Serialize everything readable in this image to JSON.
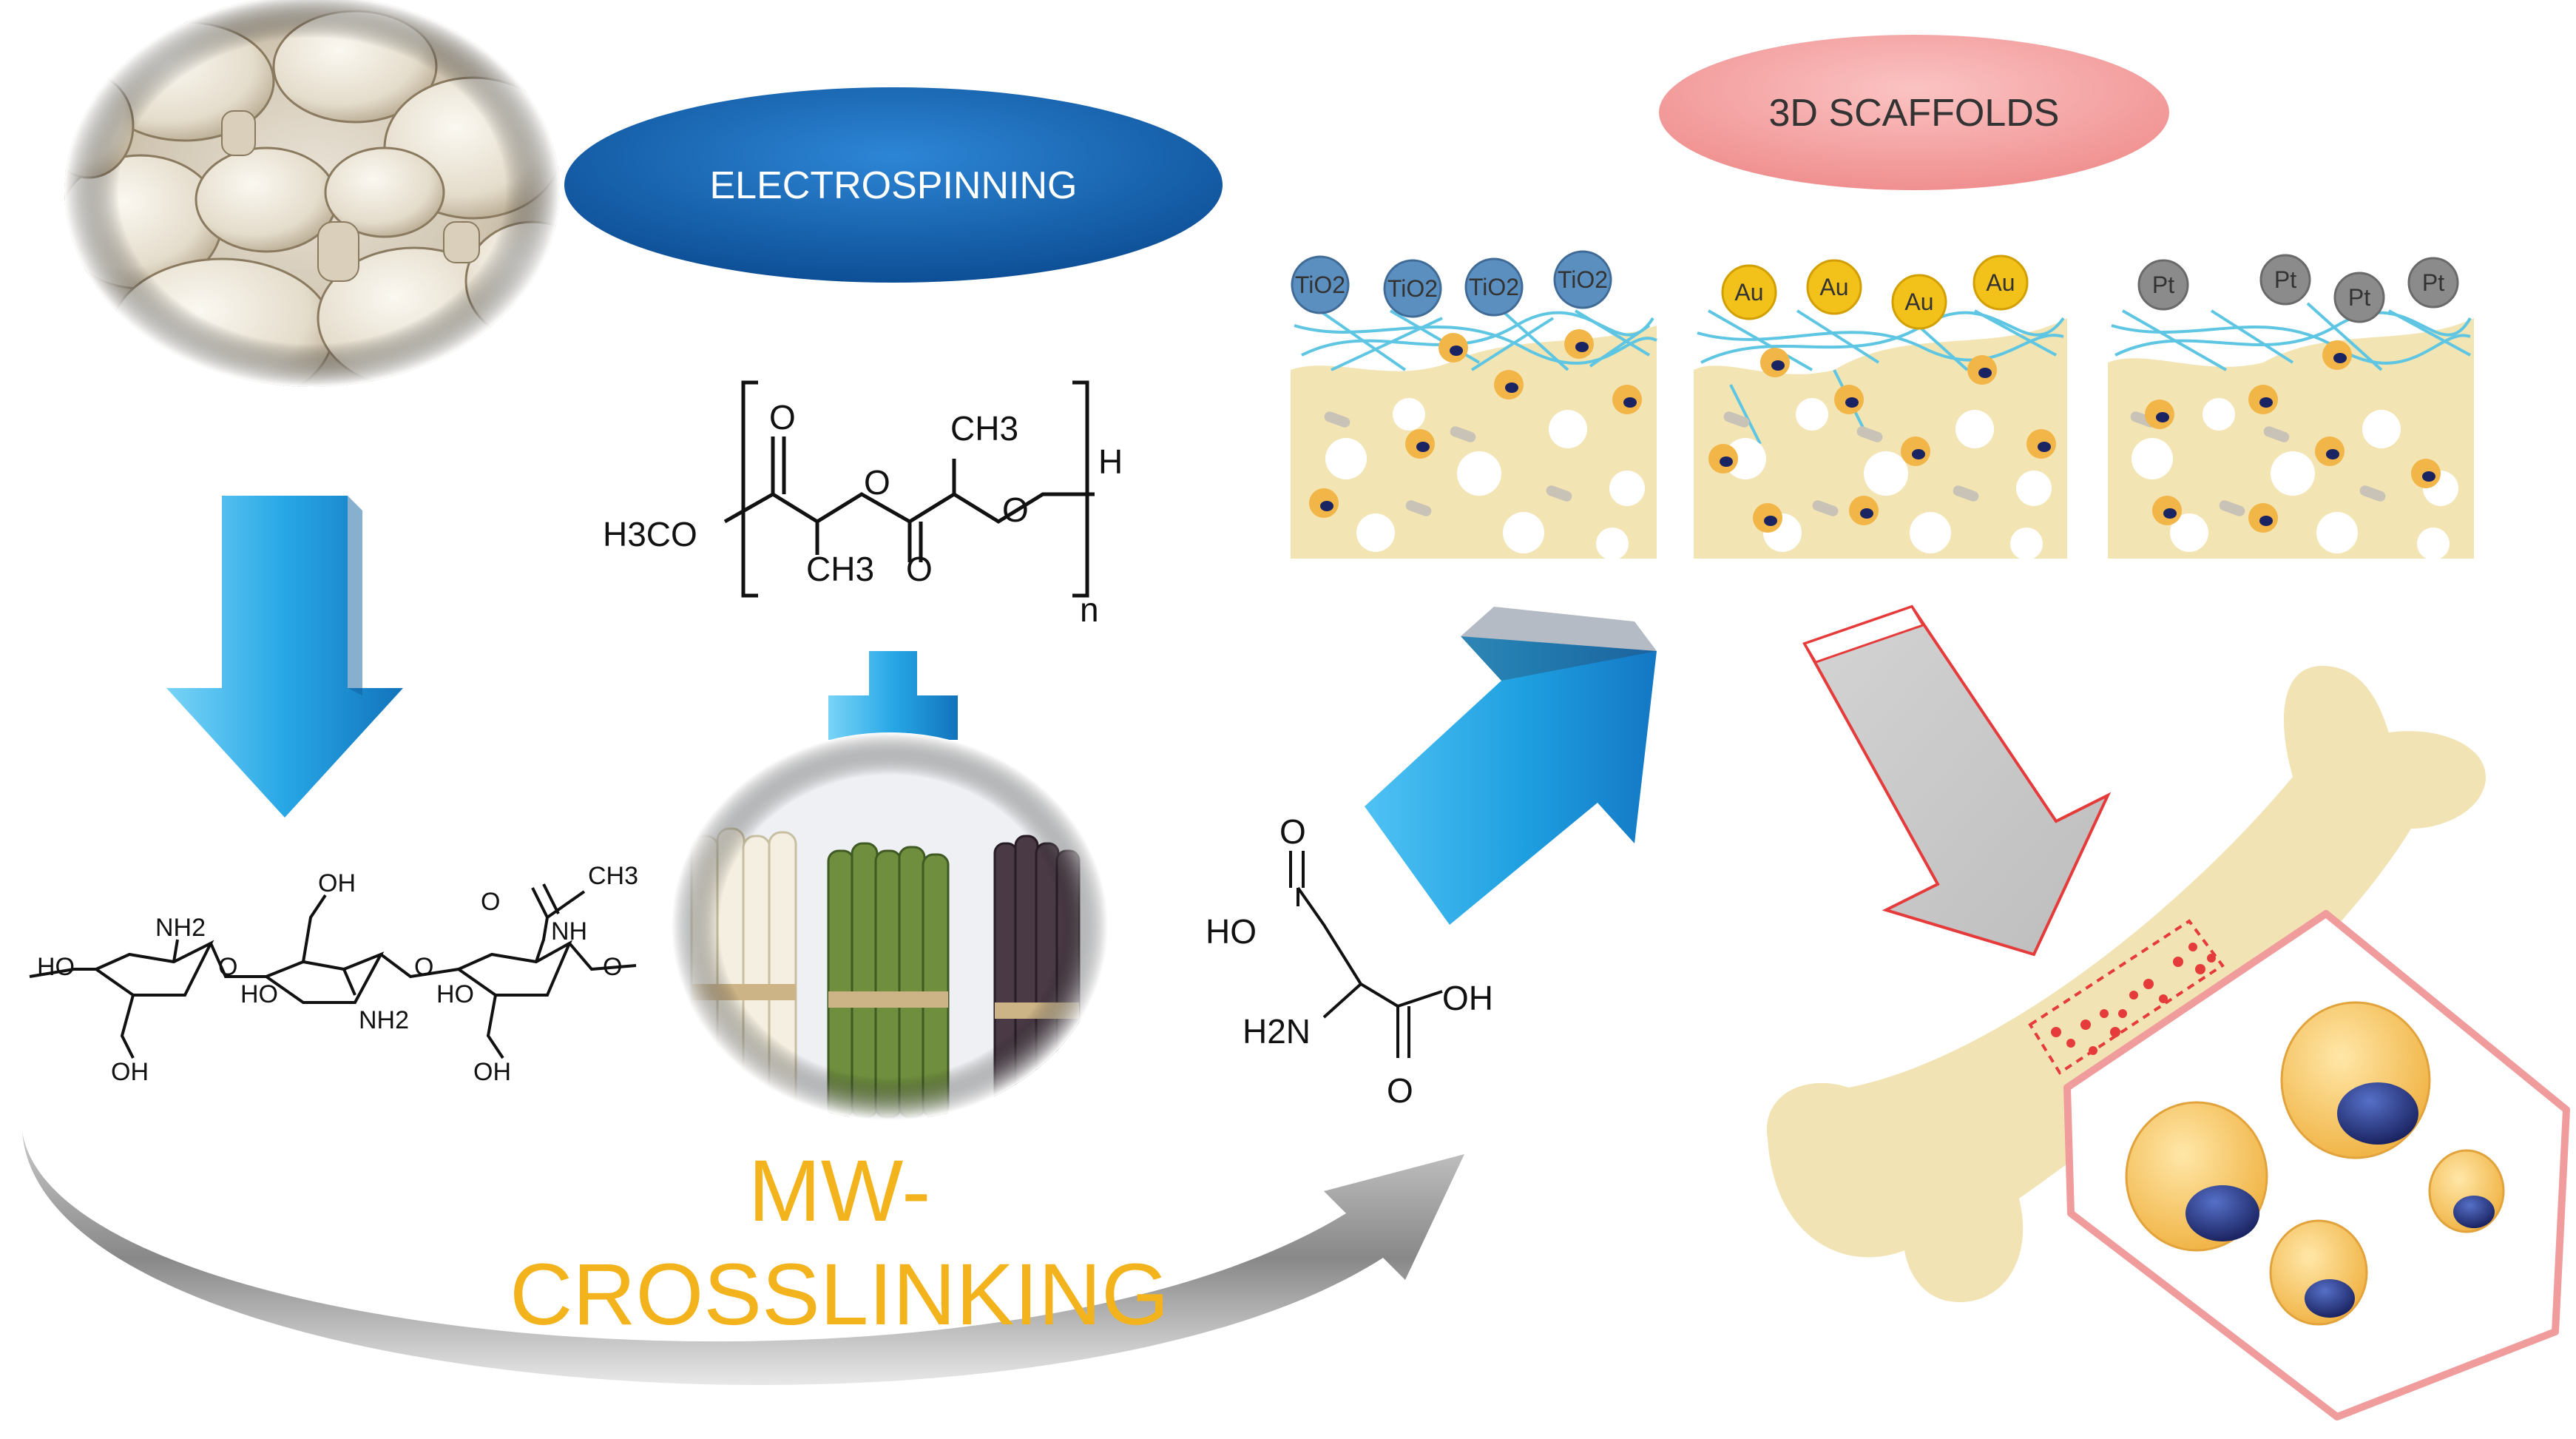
{
  "labels": {
    "electrospinning": "ELECTROSPINNING",
    "scaffolds": "3D SCAFFOLDS",
    "mw_line1": "MW-",
    "mw_line2": "CROSSLINKING"
  },
  "nanoparticles": {
    "tio2": [
      "TiO2",
      "TiO2",
      "TiO2",
      "TiO2"
    ],
    "au": [
      "Au",
      "Au",
      "Au",
      "Au"
    ],
    "pt": [
      "Pt",
      "Pt",
      "Pt",
      "Pt"
    ]
  },
  "pla": {
    "h3co": "H3CO",
    "o": "O",
    "ch3": "CH3",
    "h": "H",
    "n": "n"
  },
  "chitosan": {
    "nh2": "NH2",
    "oh": "OH",
    "ho": "HO",
    "nh": "NH",
    "o": "O",
    "ch3": "CH3"
  },
  "aspartic": {
    "ho": "HO",
    "oh": "OH",
    "h2n": "H2N",
    "o": "O"
  },
  "colors": {
    "arrow_blue": "#1e9fe0",
    "oval_blue": "#1565b0",
    "oval_pink": "#f5a8a8",
    "mw_text": "#f2b31c",
    "bone": "#f1e3b4",
    "fiber": "#5ec6e2",
    "tio2": "#5b8fc0",
    "au": "#f2c21a",
    "pt": "#8b8b8b"
  },
  "icons": [
    "mushroom-photo",
    "asparagus-photo",
    "down-arrow-icon",
    "plus-icon",
    "diagonal-arrow-icon",
    "curved-arrow-icon",
    "bone-illustration",
    "cell-icon"
  ]
}
